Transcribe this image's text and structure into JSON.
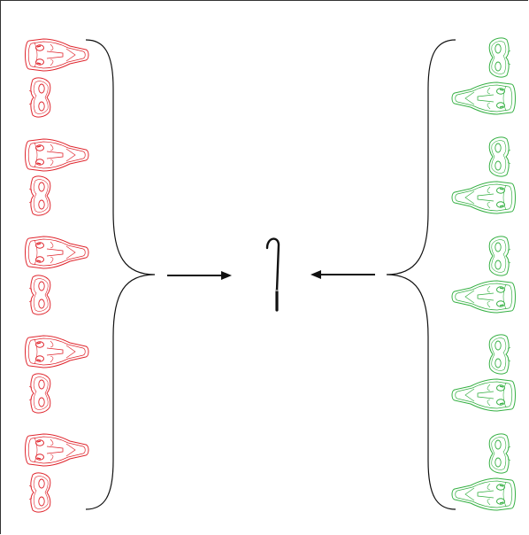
{
  "diagram": {
    "left_group": {
      "color": "#e0262e",
      "mask_pairs": 5,
      "icons": [
        "theatre-mask-icon",
        "domino-mask-icon"
      ]
    },
    "right_group": {
      "color": "#35b043",
      "mask_pairs": 5,
      "icons": [
        "domino-mask-icon",
        "theatre-mask-icon"
      ]
    },
    "center": {
      "icon": "walking-cane-icon",
      "color": "#111111"
    },
    "brace_color": "#111111",
    "arrow_color": "#111111",
    "arrows": [
      {
        "from": "left-group",
        "to": "center"
      },
      {
        "from": "right-group",
        "to": "center"
      }
    ]
  }
}
